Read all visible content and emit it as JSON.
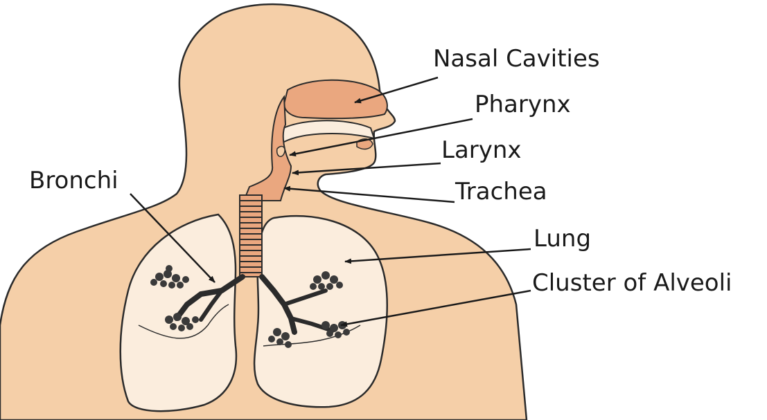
{
  "diagram": {
    "labels": {
      "nasal_cavities": "Nasal Cavities",
      "pharynx": "Pharynx",
      "larynx": "Larynx",
      "trachea": "Trachea",
      "lung": "Lung",
      "cluster_of_alveoli": "Cluster of Alveoli",
      "bronchi": "Bronchi"
    },
    "colors": {
      "skin": "#f5cfa8",
      "airway": "#eaa77f",
      "lung": "#fbeddd",
      "outline": "#2b2b2b",
      "alveoli": "#3a3a3a"
    }
  }
}
